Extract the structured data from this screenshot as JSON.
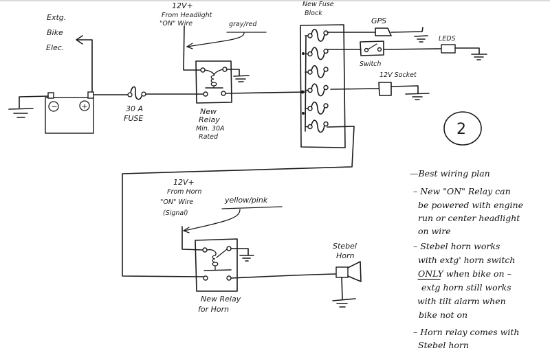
{
  "diagram": {
    "title_number": "2",
    "labels": {
      "existing_bike_elec": [
        "Extg.",
        "Bike",
        "Elec."
      ],
      "battery_negative": "−",
      "battery_positive": "+",
      "fuse_rating": "30 A",
      "fuse_label": "FUSE",
      "headlight_source": [
        "12V+",
        "From Headlight",
        "\"ON\" Wire"
      ],
      "headlight_wire_color": "gray/red",
      "main_relay": [
        "New",
        "Relay",
        "Min. 30A",
        "Rated"
      ],
      "fuse_block": [
        "New Fuse",
        "Block"
      ],
      "gps": "GPS",
      "leds": "LEDS",
      "switch": "Switch",
      "socket": "12V Socket",
      "horn_source": [
        "12V+",
        "From Horn",
        "\"ON\" Wire",
        "(Signal)"
      ],
      "horn_wire_color": "yellow/pink",
      "horn_relay": [
        "New Relay",
        "for Horn"
      ],
      "horn": [
        "Stebel",
        "Horn"
      ]
    },
    "components": [
      {
        "name": "Battery",
        "type": "battery"
      },
      {
        "name": "30 A Fuse",
        "type": "fuse"
      },
      {
        "name": "New Relay Min. 30A Rated",
        "type": "relay"
      },
      {
        "name": "New Fuse Block",
        "type": "fuse-block",
        "fuse_count": 6
      },
      {
        "name": "GPS",
        "type": "load"
      },
      {
        "name": "Switch",
        "type": "switch"
      },
      {
        "name": "LEDS",
        "type": "load"
      },
      {
        "name": "12V Socket",
        "type": "load"
      },
      {
        "name": "New Relay for Horn",
        "type": "relay"
      },
      {
        "name": "Stebel Horn",
        "type": "horn"
      }
    ],
    "notes": [
      "—Best wiring plan",
      "– New \"ON\" Relay can",
      "be powered with engine",
      "run or center headlight",
      "on wire",
      "– Stebel horn works",
      "with extg' horn switch",
      "ONLY when bike on –",
      "extg horn still works",
      "with tilt alarm when",
      "bike not on",
      "– Horn relay comes with",
      "Stebel horn"
    ]
  }
}
